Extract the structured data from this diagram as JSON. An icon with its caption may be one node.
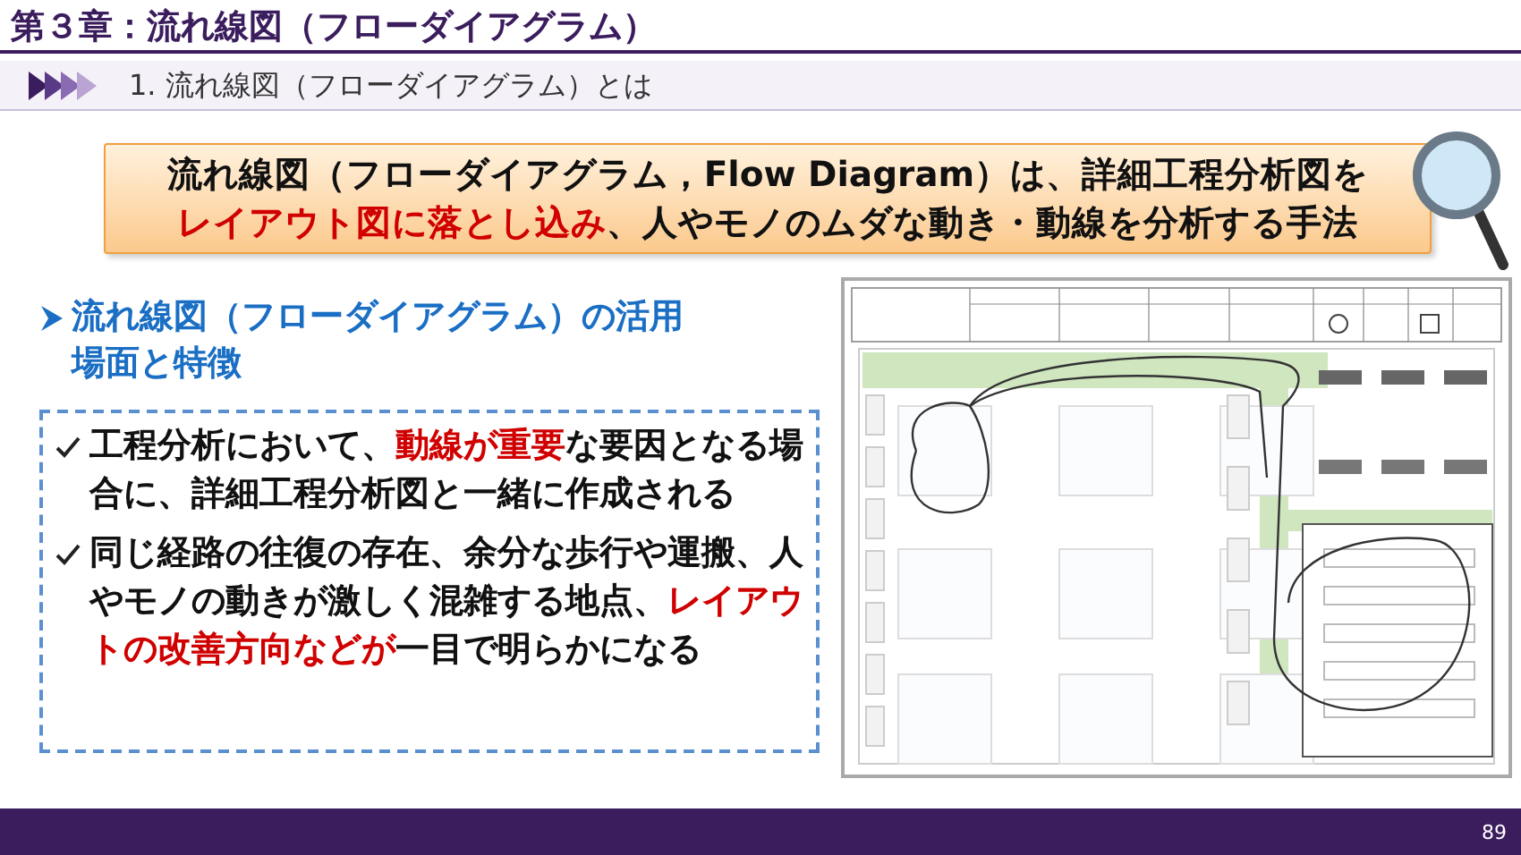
{
  "diagram": {
    "title": "第３章：流れ線図（フローダイアグラム）",
    "labels": [
      "1. 流れ線図（フローダイアグラム）とは",
      "流れ線図（フローダイアグラム，Flow Diagram）は、詳細工程分析図を",
      "レイアウト図に落とし込み",
      "、人やモノのムダな動き・動線を分析する手法",
      "流れ線図（フローダイアグラム）の活用場面と特徴",
      "工程分析において、",
      "動線が重要",
      "な要因となる場合に、詳細工程分析図と一緒に作成される",
      "同じ経路の往復の存在、余分な歩行や運搬、人やモノの動きが激しく混雑する地点、",
      "レイアウトの改善方向などが",
      "一目で明らかになる",
      "89"
    ]
  }
}
